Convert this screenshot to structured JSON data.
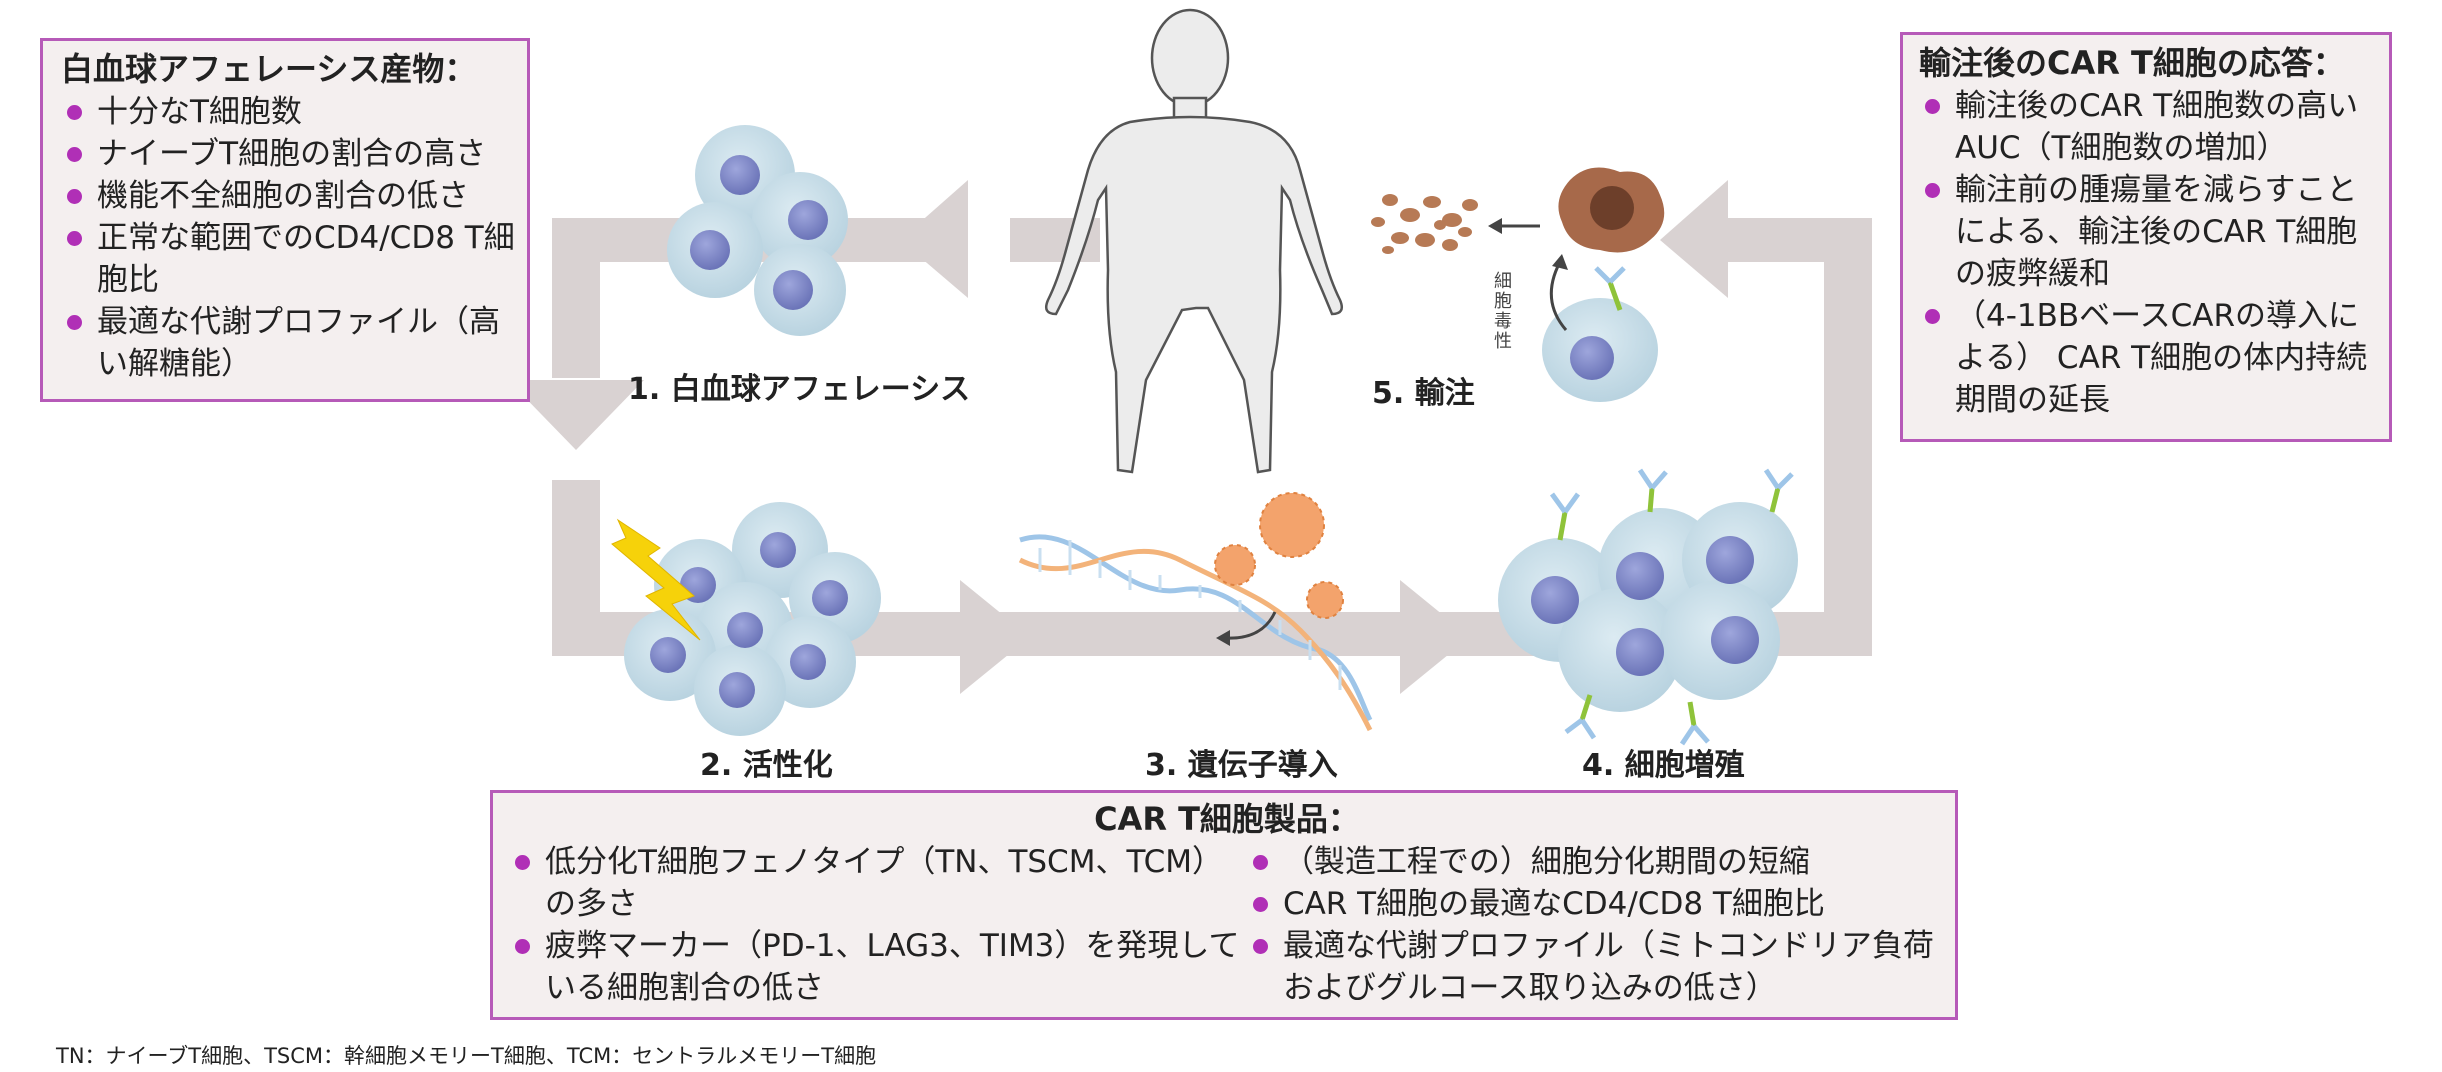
{
  "left_box": {
    "title": "白血球アフェレーシス産物：",
    "items": [
      "十分なT細胞数",
      "ナイーブT細胞の割合の高さ",
      "機能不全細胞の割合の低さ",
      "正常な範囲でのCD4/CD8 T細胞比",
      "最適な代謝プロファイル（高い解糖能）"
    ]
  },
  "right_box": {
    "title": "輸注後のCAR T細胞の応答：",
    "items": [
      "輸注後のCAR T細胞数の高いAUC（T細胞数の増加）",
      "輸注前の腫瘍量を減らすことによる、輸注後のCAR T細胞の疲弊緩和",
      "（4-1BBベースCARの導入による） CAR T細胞の体内持続期間の延長"
    ]
  },
  "bottom_box": {
    "title": "CAR T細胞製品：",
    "left_items": [
      "低分化T細胞フェノタイプ（TN、TSCM、TCM）の多さ",
      "疲弊マーカー（PD-1、LAG3、TIM3）を発現している細胞割合の低さ"
    ],
    "right_items": [
      "（製造工程での）細胞分化期間の短縮",
      "CAR T細胞の最適なCD4/CD8 T細胞比",
      "最適な代謝プロファイル（ミトコンドリア負荷およびグルコース取り込みの低さ）"
    ]
  },
  "steps": {
    "s1": "1. 白血球アフェレーシス",
    "s2": "2. 活性化",
    "s3": "3. 遺伝子導入",
    "s4": "4. 細胞増殖",
    "s5": "5. 輸注"
  },
  "cytotoxic_label": "細胞毒性",
  "footnote": "TN：ナイーブT細胞、TSCM：幹細胞メモリーT細胞、TCM：セントラルメモリーT細胞",
  "colors": {
    "box_border": "#b65ab8",
    "bullet": "#b02fb6",
    "box_fill": "#f4efef",
    "arrow": "#d9d2d2",
    "cell": "#c7dde8",
    "nucleus": "#7f88c9"
  }
}
